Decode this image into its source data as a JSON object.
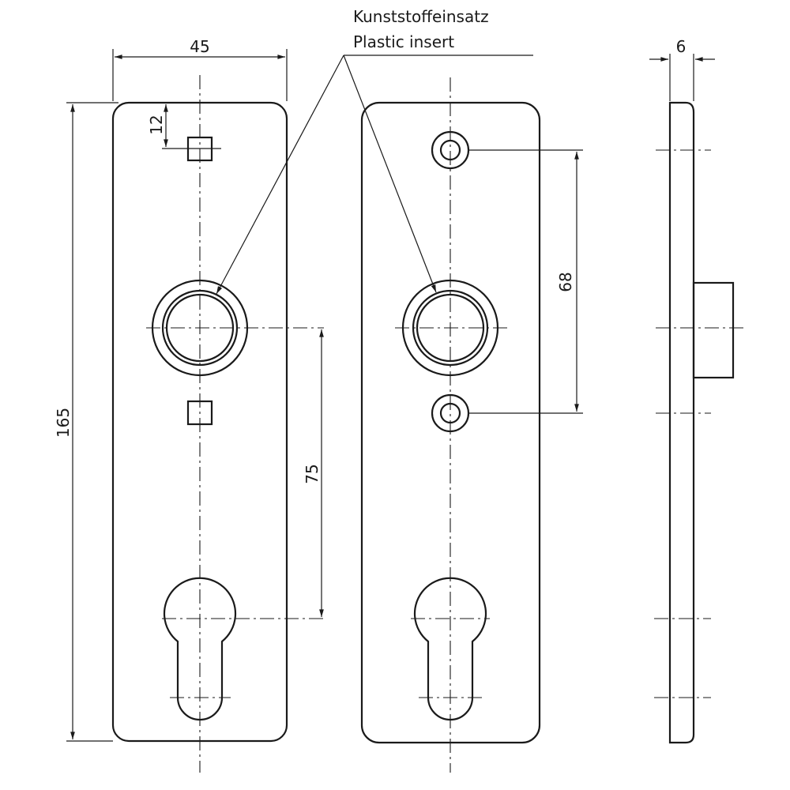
{
  "labels": {
    "german": "Kunststoffeinsatz",
    "english": "Plastic insert"
  },
  "dimensions": {
    "width": "45",
    "height": "165",
    "top_offset": "12",
    "handle_to_key": "75",
    "screw_spacing": "68",
    "thickness": "6"
  },
  "colors": {
    "line": "#1a1a1a",
    "background": "#ffffff"
  }
}
